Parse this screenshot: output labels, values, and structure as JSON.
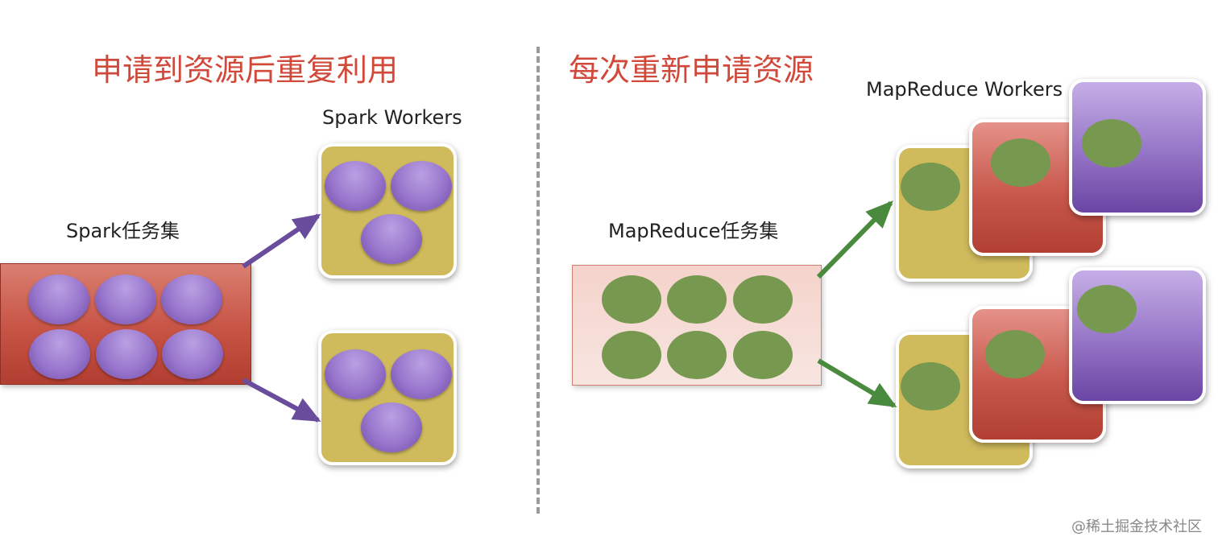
{
  "left": {
    "heading": "申请到资源后重复利用",
    "task_label": "Spark任务集",
    "workers_label": "Spark Workers"
  },
  "right": {
    "heading": "每次重新申请资源",
    "task_label": "MapReduce任务集",
    "workers_label": "MapReduce Workers"
  },
  "watermark": "@稀土掘金技术社区",
  "colors": {
    "heading": "#d0493a",
    "spark_arrow": "#6a4c9c",
    "mr_arrow": "#4a8a3e",
    "worker_yellow": "#cfba5c",
    "task_purple": "#9876cc",
    "task_green": "#76994f"
  }
}
